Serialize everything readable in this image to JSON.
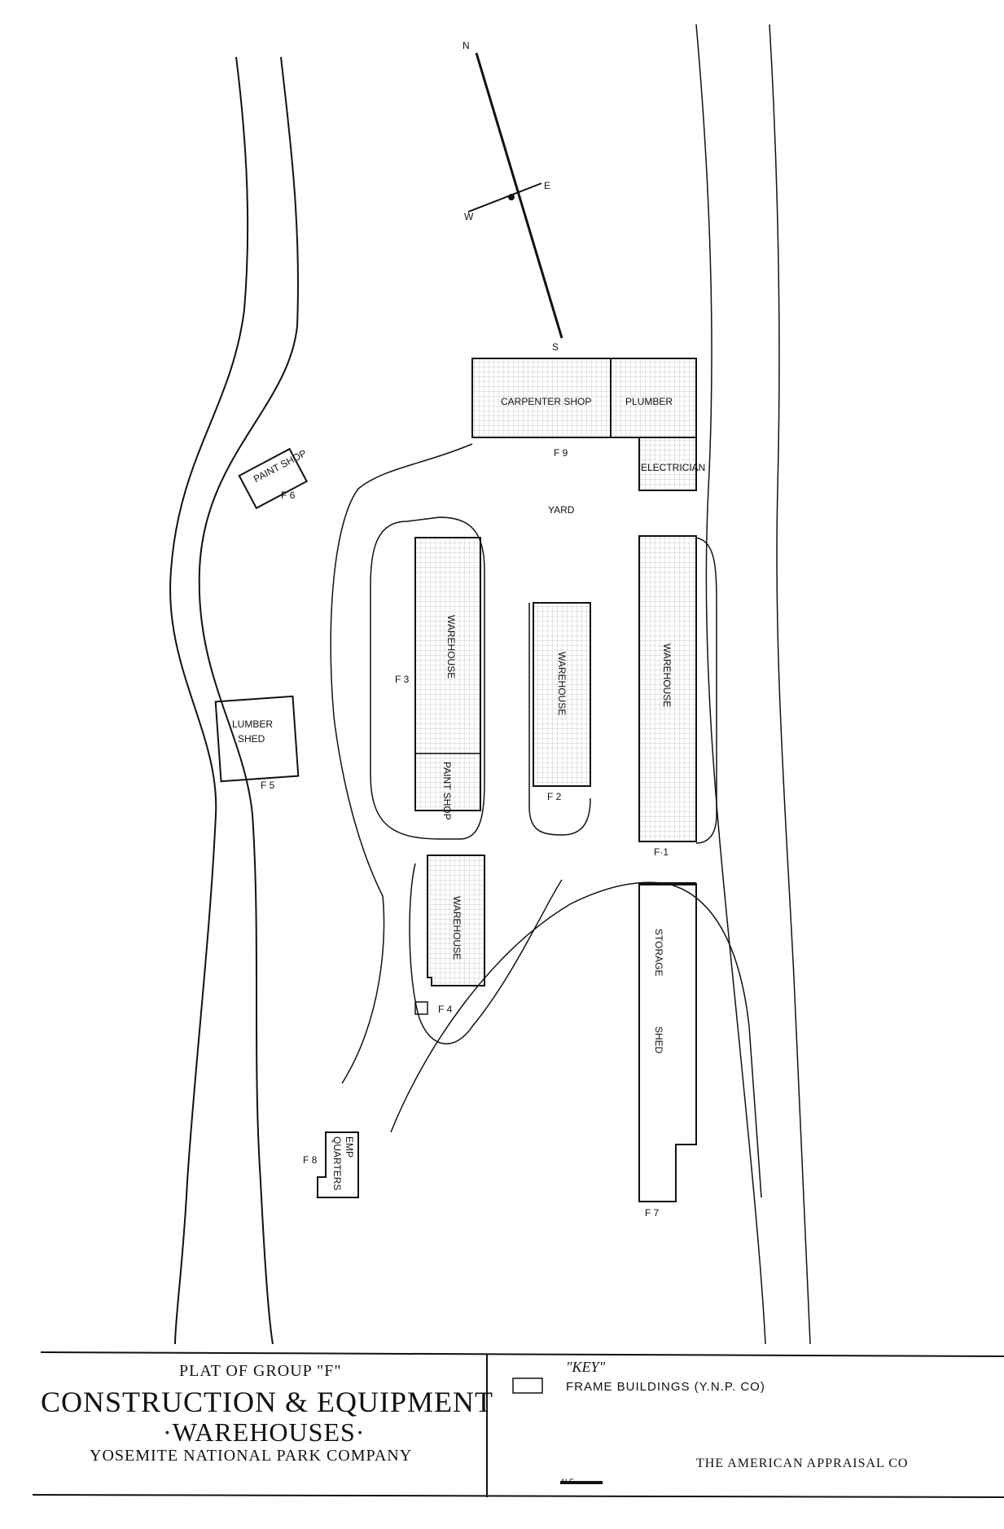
{
  "compass": {
    "n": "N",
    "s": "S",
    "e": "E",
    "w": "W"
  },
  "buildings": {
    "carpenter_shop": "CARPENTER SHOP",
    "plumber": "PLUMBER",
    "electrician": "ELECTRICIAN",
    "f9": "F 9",
    "yard": "YARD",
    "paint_shop_f6": "PAINT SHOP",
    "f6": "F 6",
    "warehouse_f3": "WAREHOUSE",
    "paint_shop_f3": "PAINT SHOP",
    "f3": "F 3",
    "warehouse_f2": "WAREHOUSE",
    "f2": "F 2",
    "warehouse_f1": "WAREHOUSE",
    "f1": "F·1",
    "lumber_shed_1": "LUMBER",
    "lumber_shed_2": "SHED",
    "f5": "F 5",
    "warehouse_f4": "WAREHOUSE",
    "f4": "F 4",
    "storage_shed_1": "STORAGE",
    "storage_shed_2": "SHED",
    "f7": "F 7",
    "emp_quarters_1": "EMP",
    "emp_quarters_2": "QUARTERS",
    "f8": "F 8"
  },
  "title_block": {
    "plat": "PLAT OF GROUP \"F\"",
    "title_line1": "CONSTRUCTION & EQUIPMENT",
    "title_line2": "·WAREHOUSES·",
    "company": "YOSEMITE NATIONAL PARK COMPANY"
  },
  "key": {
    "title": "\"KEY\"",
    "frame_buildings": "FRAME BUILDINGS (Y.N.P. CO)",
    "appraisal": "THE AMERICAN APPRAISAL CO",
    "scale_label": "ALE"
  }
}
